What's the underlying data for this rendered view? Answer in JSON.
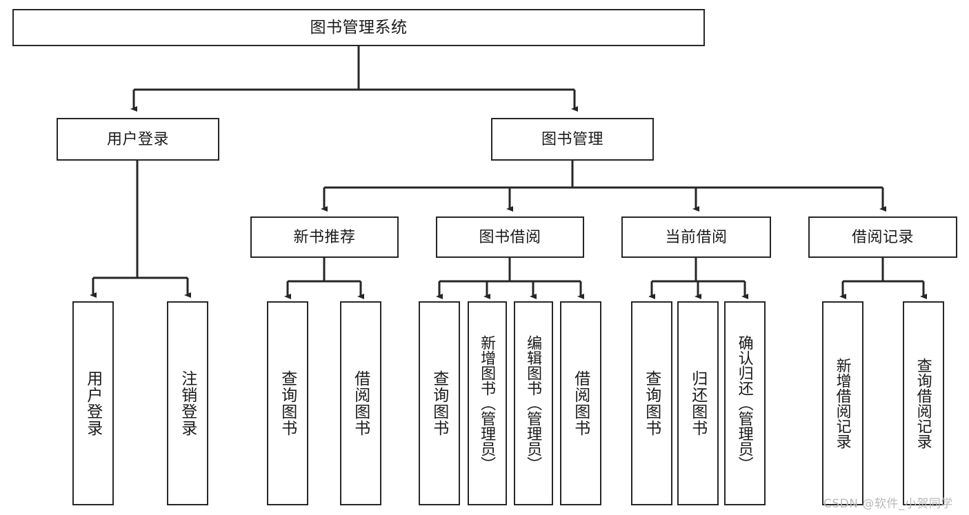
{
  "diagram": {
    "title": "图书管理系统",
    "type": "tree-hierarchy-diagram",
    "style": {
      "box_border_color": "#262626",
      "box_fill_color": "#ffffff",
      "text_color": "#1a1a1a",
      "edge_color": "#262626"
    },
    "levels": {
      "level1": [
        {
          "id": "root",
          "label": "图书管理系统",
          "orientation": "horizontal"
        }
      ],
      "level2": [
        {
          "id": "user-login",
          "label": "用户登录",
          "orientation": "horizontal"
        },
        {
          "id": "book-manage",
          "label": "图书管理",
          "orientation": "horizontal"
        }
      ],
      "level3": [
        {
          "id": "new-book-rec",
          "label": "新书推荐",
          "orientation": "horizontal",
          "parent": "book-manage"
        },
        {
          "id": "book-borrow",
          "label": "图书借阅",
          "orientation": "horizontal",
          "parent": "book-manage"
        },
        {
          "id": "current-borrow",
          "label": "当前借阅",
          "orientation": "horizontal",
          "parent": "book-manage"
        },
        {
          "id": "borrow-record",
          "label": "借阅记录",
          "orientation": "horizontal",
          "parent": "book-manage"
        }
      ],
      "level4": [
        {
          "id": "leaf-user-login",
          "label": "用户登录",
          "orientation": "vertical",
          "parent": "user-login"
        },
        {
          "id": "leaf-user-logout",
          "label": "注销登录",
          "orientation": "vertical",
          "parent": "user-login"
        },
        {
          "id": "leaf-query-book-1",
          "label": "查询图书",
          "orientation": "vertical",
          "parent": "new-book-rec"
        },
        {
          "id": "leaf-borrow-book-1",
          "label": "借阅图书",
          "orientation": "vertical",
          "parent": "new-book-rec"
        },
        {
          "id": "leaf-query-book-2",
          "label": "查询图书",
          "orientation": "vertical",
          "parent": "book-borrow"
        },
        {
          "id": "leaf-add-book-admin",
          "label": "新增图书（管理员）",
          "orientation": "vertical",
          "parent": "book-borrow"
        },
        {
          "id": "leaf-edit-book-admin",
          "label": "编辑图书（管理员）",
          "orientation": "vertical",
          "parent": "book-borrow"
        },
        {
          "id": "leaf-borrow-book-2",
          "label": "借阅图书",
          "orientation": "vertical",
          "parent": "book-borrow"
        },
        {
          "id": "leaf-query-book-3",
          "label": "查询图书",
          "orientation": "vertical",
          "parent": "current-borrow"
        },
        {
          "id": "leaf-return-book",
          "label": "归还图书",
          "orientation": "vertical",
          "parent": "current-borrow"
        },
        {
          "id": "leaf-confirm-return-admin",
          "label": "确认归还（管理员）",
          "orientation": "vertical",
          "parent": "current-borrow"
        },
        {
          "id": "leaf-add-borrow-record",
          "label": "新增借阅记录",
          "orientation": "vertical",
          "parent": "borrow-record"
        },
        {
          "id": "leaf-query-borrow-record",
          "label": "查询借阅记录",
          "orientation": "vertical",
          "parent": "borrow-record"
        }
      ]
    }
  },
  "watermark": {
    "text": "CSDN @软件_小贺同学",
    "color": "#b9b9b9"
  }
}
